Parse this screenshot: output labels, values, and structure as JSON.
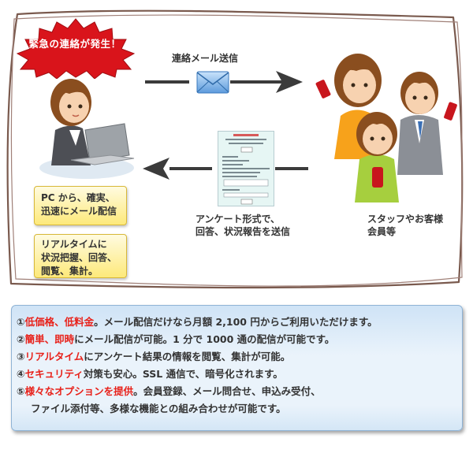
{
  "badge": {
    "text": "緊急の連絡が発生！"
  },
  "flow": {
    "send_label": "連絡メール送信",
    "reply_label_lines": [
      "アンケート形式で、",
      "回答、状況報告を送信"
    ],
    "recipients_lines": [
      "スタッフやお客様",
      "会員等"
    ]
  },
  "boxes": [
    {
      "lines": [
        "PC から、確実、",
        "迅速にメール配信"
      ]
    },
    {
      "lines": [
        "リアルタイムに",
        "状況把握、回答、",
        "閲覧、集計。"
      ]
    }
  ],
  "features": [
    {
      "num": "①",
      "hl": "低価格、低料金",
      "rest": "。メール配信だけなら月額 2,100 円からご利用いただけます。"
    },
    {
      "num": "②",
      "hl": "簡単、即時",
      "rest": "にメール配信が可能。1 分で 1000 通の配信が可能です。"
    },
    {
      "num": "③",
      "hl": "リアルタイム",
      "rest": "にアンケート結果の情報を閲覧、集計が可能。"
    },
    {
      "num": "④",
      "hl": "セキュリティ",
      "rest": "対策も安心。SSL 通信で、暗号化されます。"
    },
    {
      "num": "⑤",
      "hl": "様々なオプションを提供",
      "rest": "。会員登録、メール問合せ、申込み受付、",
      "cont": "ファイル添付等、多様な機能との組み合わせが可能です。"
    }
  ],
  "colors": {
    "highlight": "#e8211a",
    "badge": "#d9141b",
    "panel": "#eaf3fb",
    "box": "#fde97a"
  }
}
